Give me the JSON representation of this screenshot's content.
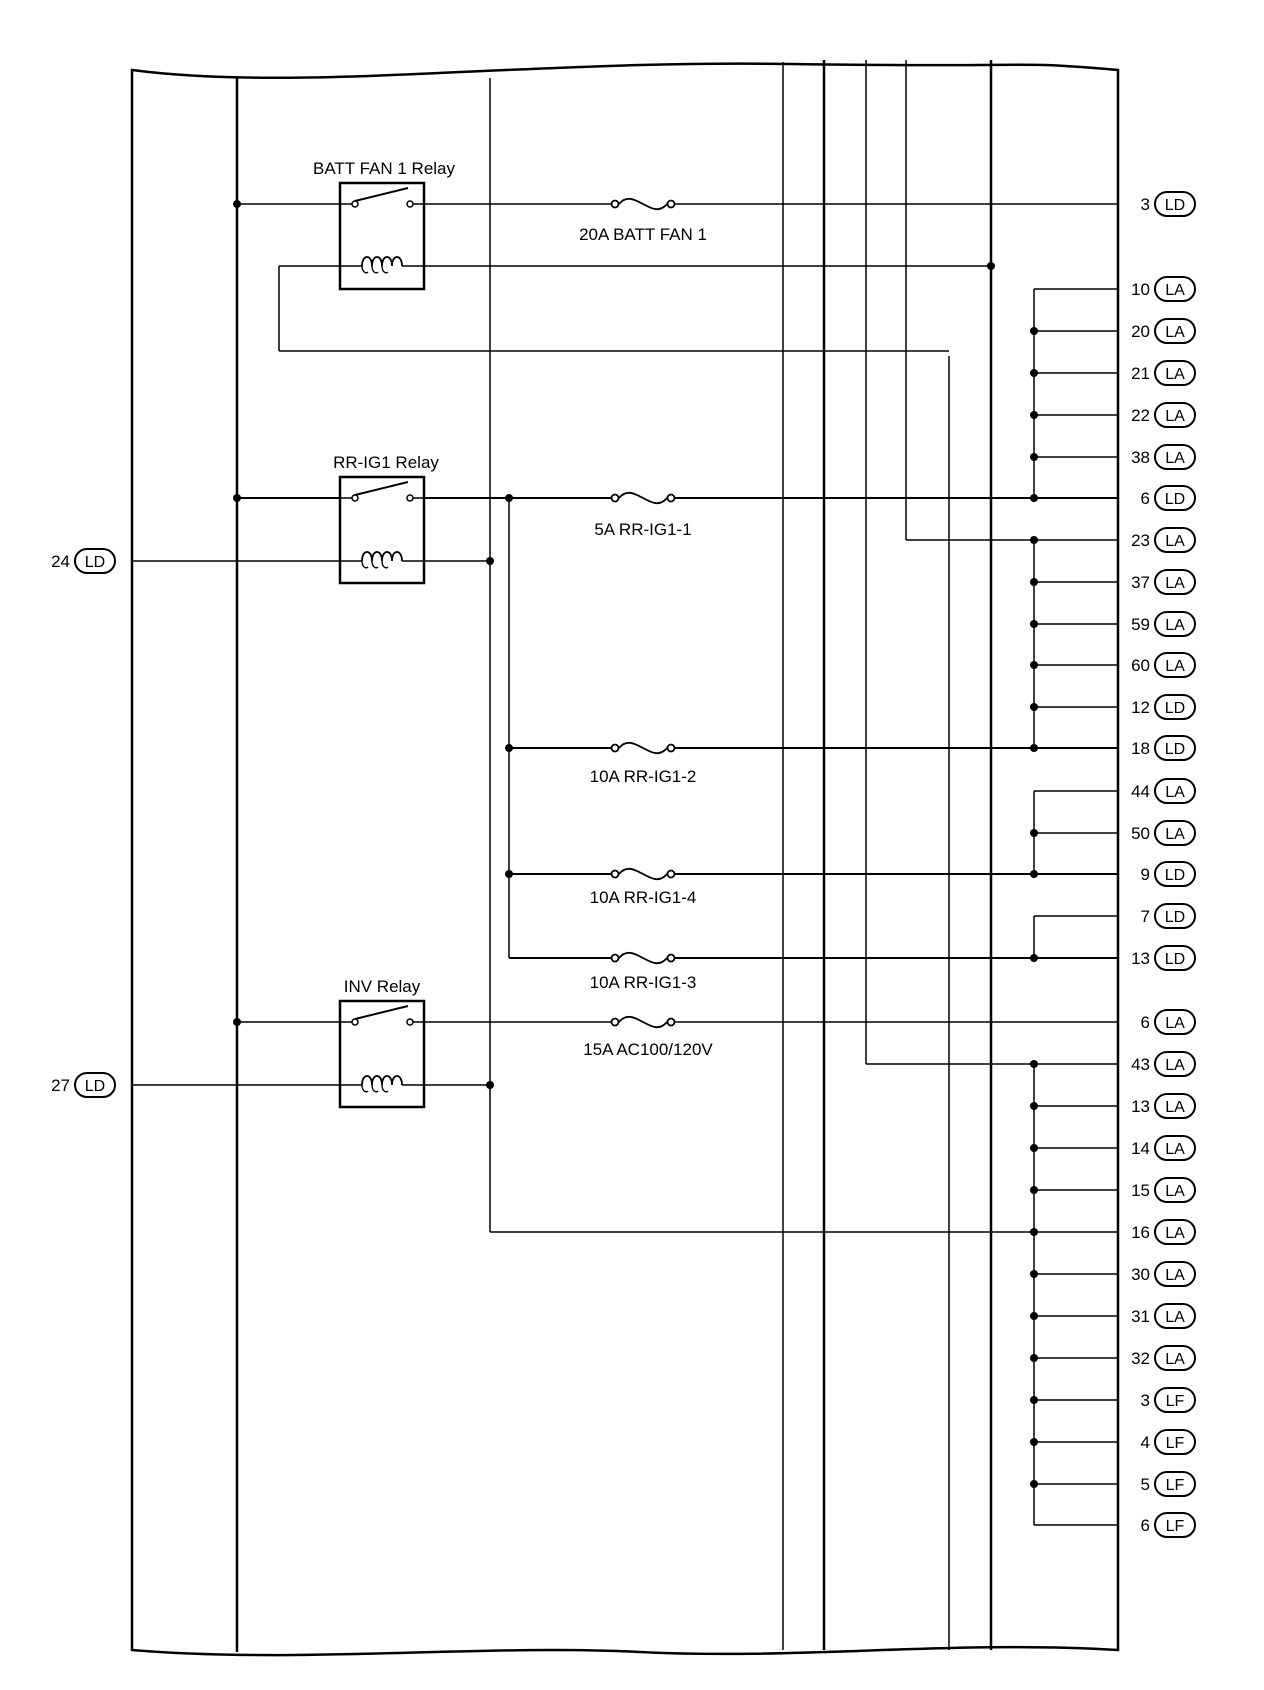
{
  "relays": [
    {
      "id": "batt-fan-1",
      "label": "BATT FAN 1 Relay"
    },
    {
      "id": "rr-ig1",
      "label": "RR-IG1 Relay"
    },
    {
      "id": "inv",
      "label": "INV Relay"
    }
  ],
  "fuses": [
    {
      "id": "batt-fan-1",
      "label": "20A BATT FAN 1"
    },
    {
      "id": "rr-ig1-1",
      "label": "5A RR-IG1-1"
    },
    {
      "id": "rr-ig1-2",
      "label": "10A RR-IG1-2"
    },
    {
      "id": "rr-ig1-4",
      "label": "10A RR-IG1-4"
    },
    {
      "id": "rr-ig1-3",
      "label": "10A RR-IG1-3"
    },
    {
      "id": "ac100-120v",
      "label": "15A AC100/120V"
    }
  ],
  "left_connectors": [
    {
      "pin": "24",
      "code": "LD"
    },
    {
      "pin": "27",
      "code": "LD"
    }
  ],
  "right_connectors": [
    {
      "pin": "3",
      "code": "LD"
    },
    {
      "pin": "10",
      "code": "LA"
    },
    {
      "pin": "20",
      "code": "LA"
    },
    {
      "pin": "21",
      "code": "LA"
    },
    {
      "pin": "22",
      "code": "LA"
    },
    {
      "pin": "38",
      "code": "LA"
    },
    {
      "pin": "6",
      "code": "LD"
    },
    {
      "pin": "23",
      "code": "LA"
    },
    {
      "pin": "37",
      "code": "LA"
    },
    {
      "pin": "59",
      "code": "LA"
    },
    {
      "pin": "60",
      "code": "LA"
    },
    {
      "pin": "12",
      "code": "LD"
    },
    {
      "pin": "18",
      "code": "LD"
    },
    {
      "pin": "44",
      "code": "LA"
    },
    {
      "pin": "50",
      "code": "LA"
    },
    {
      "pin": "9",
      "code": "LD"
    },
    {
      "pin": "7",
      "code": "LD"
    },
    {
      "pin": "13",
      "code": "LD"
    },
    {
      "pin": "6",
      "code": "LA"
    },
    {
      "pin": "43",
      "code": "LA"
    },
    {
      "pin": "13",
      "code": "LA"
    },
    {
      "pin": "14",
      "code": "LA"
    },
    {
      "pin": "15",
      "code": "LA"
    },
    {
      "pin": "16",
      "code": "LA"
    },
    {
      "pin": "30",
      "code": "LA"
    },
    {
      "pin": "31",
      "code": "LA"
    },
    {
      "pin": "32",
      "code": "LA"
    },
    {
      "pin": "3",
      "code": "LF"
    },
    {
      "pin": "4",
      "code": "LF"
    },
    {
      "pin": "5",
      "code": "LF"
    },
    {
      "pin": "6",
      "code": "LF"
    }
  ]
}
